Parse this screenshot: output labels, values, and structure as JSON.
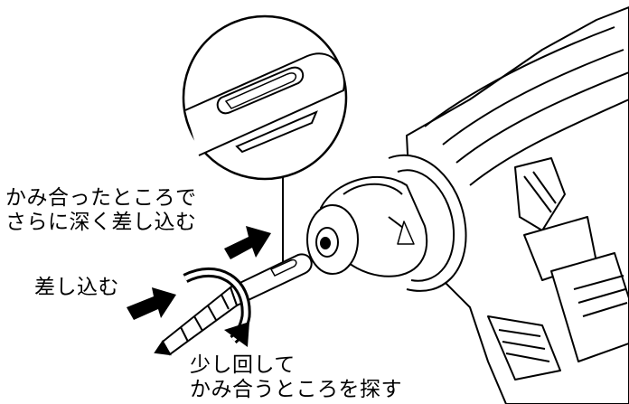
{
  "labels": {
    "top_step": [
      "かみ合ったところで",
      "さらに深く差し込む"
    ],
    "insert": "差し込む",
    "rotate": [
      "少し回して",
      "かみ合うところを探す"
    ]
  },
  "colors": {
    "ink": "#000000",
    "paper": "#ffffff"
  }
}
